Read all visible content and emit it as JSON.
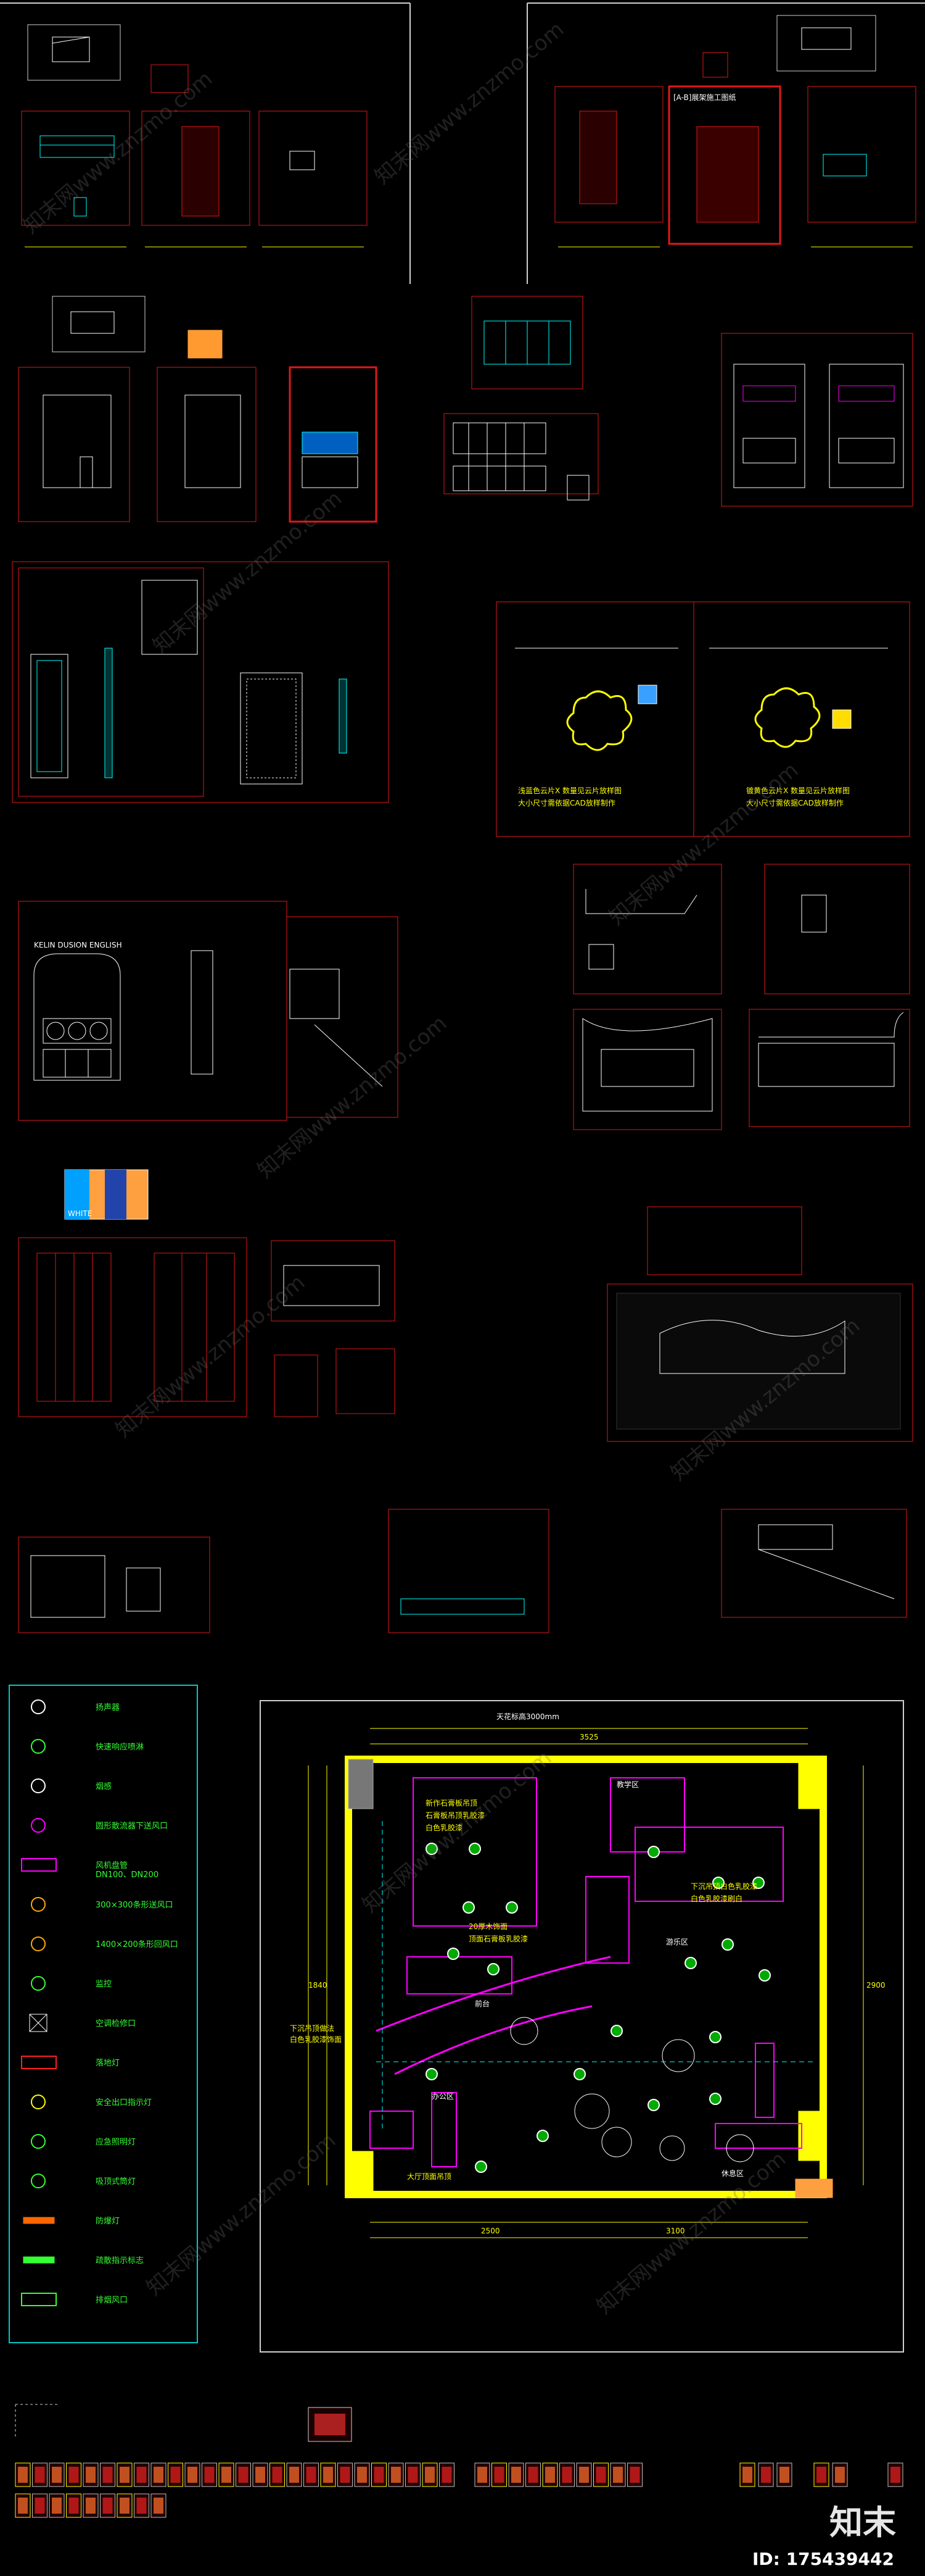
{
  "colors": {
    "background": "#000000",
    "frame_red": "#e01818",
    "frame_white": "#d0d0d0",
    "line_yellow": "#ffff00",
    "line_cyan": "#00ffff",
    "line_magenta": "#ff00ff",
    "line_green": "#00ff00",
    "legend_frame": "#00c8c8"
  },
  "watermarks": [
    "知末网www.znzmo.com",
    "知末网www.znzmo.com",
    "知末网www.znzmo.com",
    "知末网www.znzmo.com",
    "知末网www.znzmo.com",
    "知末网www.znzmo.com",
    "知末网www.znzmo.com",
    "知末网www.znzmo.com",
    "知末网www.znzmo.com",
    "知末网www.znzmo.com"
  ],
  "sheets": {
    "top_right_label": "[A-B]展架施工图纸",
    "ceiling_note_left": "浅蓝色云片X 数量见云片放样图",
    "ceiling_note_left_2": "大小尺寸需依据CAD放样制作",
    "ceiling_note_right": "镀黄色云片X 数量见云片放样图",
    "ceiling_note_right_2": "大小尺寸需依据CAD放样制作",
    "sign_text": "KELIN DUSION ENGLISH",
    "color_bar_label": "WHITE"
  },
  "legend": {
    "items": [
      {
        "icon": "speaker-icon",
        "label": "扬声器"
      },
      {
        "icon": "sprinkler-icon",
        "label": "快速响应喷淋"
      },
      {
        "icon": "smoke-detector-icon",
        "label": "烟感"
      },
      {
        "icon": "round-diffuser-icon",
        "label": "圆形散流器下送风口"
      },
      {
        "icon": "fan-coil-icon",
        "label": "风机盘管"
      },
      {
        "icon": "linear-supply-icon",
        "label": "300×300条形送风口"
      },
      {
        "icon": "linear-return-icon",
        "label": "1400×200条形回风口"
      },
      {
        "icon": "camera-icon",
        "label": "监控"
      },
      {
        "icon": "access-panel-icon",
        "label": "空调检修口"
      },
      {
        "icon": "strip-light-icon",
        "label": "落地灯"
      },
      {
        "icon": "exit-sign-icon",
        "label": "安全出口指示灯"
      },
      {
        "icon": "emergency-light-icon",
        "label": "应急照明灯"
      },
      {
        "icon": "recessed-light-icon",
        "label": "吸顶式筒灯"
      },
      {
        "icon": "fire-light-icon",
        "label": "防爆灯"
      },
      {
        "icon": "evac-sign-icon",
        "label": "疏散指示标志"
      },
      {
        "icon": "smoke-vent-icon",
        "label": "排烟风口"
      }
    ],
    "extra_labels": [
      "DN100、DN200"
    ]
  },
  "plan": {
    "top_label": "天花标高3000mm",
    "notes": [
      "新作石膏板吊顶",
      "石膏板吊顶乳胶漆",
      "白色乳胶漆",
      "20厚木饰面",
      "顶面石膏板乳胶漆",
      "下沉吊顶白色乳胶漆",
      "白色乳胶漆刷白",
      "大厅顶面吊顶"
    ],
    "rooms": [
      "教学区",
      "前台",
      "休息区",
      "游乐区",
      "办公区"
    ],
    "left_note": "下沉吊顶做法\n白色乳胶漆饰面",
    "dims": [
      "3525",
      "1840",
      "2900",
      "2500",
      "3100"
    ]
  },
  "brand": {
    "name": "知末",
    "id": "ID: 175439442"
  }
}
